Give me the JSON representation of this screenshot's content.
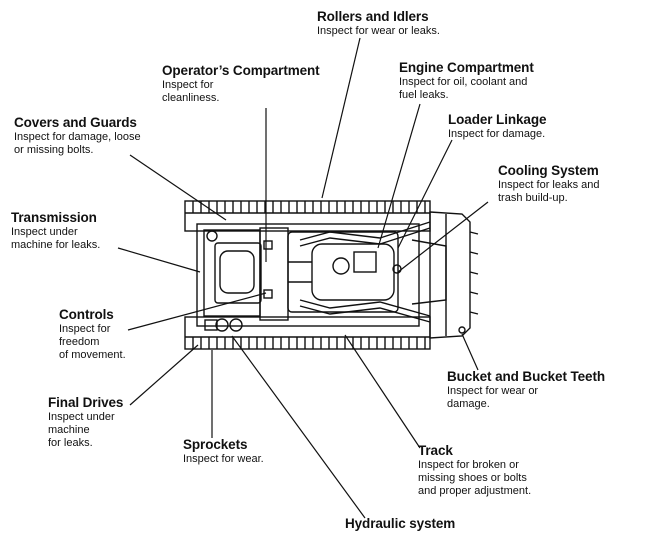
{
  "labels": {
    "rollers": {
      "title": "Rollers and Idlers",
      "desc": "Inspect for wear or leaks."
    },
    "operator": {
      "title": "Operator’s Compartment",
      "desc": "Inspect for\ncleanliness."
    },
    "engine": {
      "title": "Engine Compartment",
      "desc": "Inspect for oil, coolant and\nfuel leaks."
    },
    "covers": {
      "title": "Covers and Guards",
      "desc": "Inspect for damage, loose\nor missing bolts."
    },
    "linkage": {
      "title": "Loader Linkage",
      "desc": "Inspect for damage."
    },
    "cooling": {
      "title": "Cooling System",
      "desc": "Inspect for leaks and\ntrash build-up."
    },
    "transmission": {
      "title": "Transmission",
      "desc": "Inspect under\nmachine for leaks."
    },
    "controls": {
      "title": "Controls",
      "desc": "Inspect for\nfreedom\nof movement."
    },
    "bucket": {
      "title": "Bucket and Bucket Teeth",
      "desc": "Inspect for wear or\ndamage."
    },
    "final": {
      "title": "Final Drives",
      "desc": "Inspect under\nmachine\nfor leaks."
    },
    "sprockets": {
      "title": "Sprockets",
      "desc": "Inspect for wear."
    },
    "track": {
      "title": "Track",
      "desc": "Inspect for broken or\nmissing shoes or bolts\nand proper adjustment."
    },
    "hydraulic": {
      "title": "Hydraulic system"
    }
  }
}
